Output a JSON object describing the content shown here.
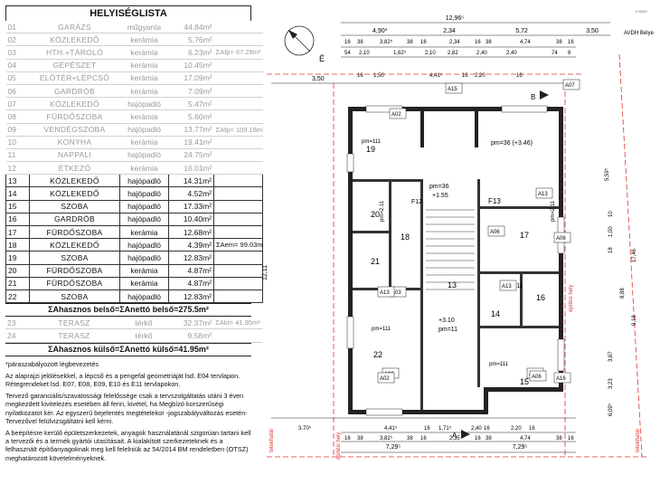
{
  "table": {
    "title": "HELYISÉGLISTA",
    "rows": [
      {
        "no": "01",
        "name": "GARÁZS",
        "mat": "műgyanta",
        "area": "44.84m²",
        "g": "grey"
      },
      {
        "no": "02",
        "name": "KÖZLEKEDŐ",
        "mat": "kerámia",
        "area": "5.76m²",
        "g": "grey"
      },
      {
        "no": "03",
        "name": "HTH.+TÁROLÓ",
        "mat": "kerámia",
        "area": "6.23m²",
        "g": "grey"
      },
      {
        "no": "04",
        "name": "GÉPÉSZET",
        "mat": "kerámia",
        "area": "10.45m²",
        "g": "grey"
      },
      {
        "no": "05",
        "name": "ELŐTÉR+LÉPCSŐ",
        "mat": "kerámia",
        "area": "17.09m²",
        "g": "grey"
      },
      {
        "no": "06",
        "name": "GARDRÓB",
        "mat": "kerámia",
        "area": "7.09m²",
        "g": "grey"
      },
      {
        "no": "07",
        "name": "KÖZLEKEDŐ",
        "mat": "hajópadló",
        "area": "5.47m²",
        "g": "grey"
      },
      {
        "no": "08",
        "name": "FÜRDŐSZOBA",
        "mat": "kerámia",
        "area": "5.60m²",
        "g": "grey"
      },
      {
        "no": "09",
        "name": "VENDÉGSZOBA",
        "mat": "hajópadló",
        "area": "13.77m²",
        "g": "grey"
      },
      {
        "no": "10",
        "name": "KONYHA",
        "mat": "kerámia",
        "area": "19.41m²",
        "g": "grey"
      },
      {
        "no": "11",
        "name": "NAPPALI",
        "mat": "hajópadló",
        "area": "24.75m²",
        "g": "grey"
      },
      {
        "no": "12",
        "name": "ÉTKEZŐ",
        "mat": "kerámia",
        "area": "16.01m²",
        "g": "grey"
      },
      {
        "no": "13",
        "name": "KÖZLEKEDŐ",
        "mat": "hajópadló",
        "area": "14.31m²",
        "g": "blk"
      },
      {
        "no": "14",
        "name": "KÖZLEKEDŐ",
        "mat": "hajópadló",
        "area": "4.52m²",
        "g": "blk"
      },
      {
        "no": "15",
        "name": "SZOBA",
        "mat": "hajópadló",
        "area": "17.33m²",
        "g": "blk"
      },
      {
        "no": "16",
        "name": "GARDRÓB",
        "mat": "hajópadló",
        "area": "10.40m²",
        "g": "blk"
      },
      {
        "no": "17",
        "name": "FÜRDŐSZOBA",
        "mat": "kerámia",
        "area": "12.68m²",
        "g": "blk"
      },
      {
        "no": "18",
        "name": "KÖZLEKEDŐ",
        "mat": "hajópadló",
        "area": "4.39m²",
        "g": "blk"
      },
      {
        "no": "19",
        "name": "SZOBA",
        "mat": "hajópadló",
        "area": "12.83m²",
        "g": "blk"
      },
      {
        "no": "20",
        "name": "FÜRDŐSZOBA",
        "mat": "kerámia",
        "area": "4.87m²",
        "g": "blk"
      },
      {
        "no": "21",
        "name": "FÜRDŐSZOBA",
        "mat": "kerámia",
        "area": "4.87m²",
        "g": "blk"
      },
      {
        "no": "22",
        "name": "SZOBA",
        "mat": "hajópadló",
        "area": "12.83m²",
        "g": "blk"
      }
    ],
    "subtotals": {
      "ground_1": "ΣAfp= 67.28m²",
      "ground_2": "ΣAfp= 109.18m²",
      "upper": "ΣAem= 99.03m²"
    },
    "sum_inner": "ΣAhasznos belső=ΣAnettó belső=275.5m²",
    "terrace_rows": [
      {
        "no": "23",
        "name": "TERASZ",
        "mat": "térkő",
        "area": "32.37m²"
      },
      {
        "no": "24",
        "name": "TERASZ",
        "mat": "térkő",
        "area": "9.58m²"
      }
    ],
    "terrace_sum": "ΣAkt= 41.95m²",
    "sum_outer": "ΣAhasznos külső=ΣAnettó külső=41.95m²",
    "footnote": "*páraszabályozott légbevezetés"
  },
  "notes": [
    "Az alaprajzi jelölésekkel, a lépcső és a pengefal geometriáját lsd. E04 tervlapon. Rétegrendeket lsd. E07, E08, E09, E10 és E11 tervlapokon.",
    "Tervező garanciális/szavatossági felelőssége csak a tervszolgáltatás utáni 3 éven megkezdett kivitelezés esetében áll fenn, kivétel, ha Megbízó korszerűségi nyilatkozatot kér. Az egyszerű bejelentés megtételekor -jogszabályváltozás esetén- Tervezővel felülvizsgáltatni kell kérni.",
    "A beépítésre kerülő épületszerkezetek, anyagok használatánál szigorúan tartani kell a tervezői és a termék gyártói utasításait. A kialakított szerkezeteknek és a felhasznált építőanyagoknak meg kell felelniük az 54/2014 BM rendeletben (OTSZ) meghatározott követelményeknek."
  ],
  "plan": {
    "top_dims": [
      "12,96⁵",
      "4,90³",
      "2,34",
      "5,72",
      "3,50"
    ],
    "dims_row2": [
      "16",
      "38",
      "3,82⁵",
      "38",
      "16",
      "2,34",
      "16",
      "38",
      "4,74",
      "38",
      "16"
    ],
    "dims_row3": [
      "54",
      "2,10",
      "1,62⁵",
      "2,10",
      "2,82",
      "2,40",
      "2,40",
      "74",
      "8"
    ],
    "dims_row4": [
      "3,50",
      "16",
      "1,50",
      "4,41⁵",
      "16",
      "2,20",
      "16"
    ],
    "bottom_dims": [
      "3,70⁵",
      "4,41⁵",
      "16",
      "1,71⁵",
      "2,40",
      "16",
      "2,20",
      "16"
    ],
    "bottom_dims2": [
      "16",
      "38",
      "3,82⁵",
      "38",
      "16",
      "2,35",
      "16",
      "38",
      "4,74",
      "38",
      "16"
    ],
    "bottom_totals": [
      "7,29⁵",
      "7,29⁵"
    ],
    "left_total": "12,11",
    "right_dims": [
      "5,59⁵",
      "10",
      "1,00",
      "18",
      "17,46",
      "8,88",
      "9,18",
      "3,67",
      "3,23",
      "6,09⁵"
    ],
    "rooms": [
      {
        "id": "19",
        "label": "19",
        "sub": "pm=111"
      },
      {
        "id": "20",
        "label": "20"
      },
      {
        "id": "21",
        "label": "21"
      },
      {
        "id": "18",
        "label": "18"
      },
      {
        "id": "22",
        "label": "22",
        "sub": "pm=111"
      },
      {
        "id": "13",
        "label": "13"
      },
      {
        "id": "14",
        "label": "14"
      },
      {
        "id": "15",
        "label": "15",
        "sub": "pm=111"
      },
      {
        "id": "16",
        "label": "16"
      },
      {
        "id": "17",
        "label": "17"
      }
    ],
    "tags": [
      "A02",
      "A03",
      "A13",
      "A15",
      "A07",
      "A06",
      "A13",
      "A06",
      "A13",
      "A03",
      "A16",
      "A02",
      "A09",
      "A06"
    ],
    "annotations": {
      "ceiling": "pm=36 (+3.46)",
      "level1": "+1.55",
      "level1_pm": "pm=36",
      "level2": "+3.10",
      "level2_pm": "pm=11",
      "wall_tag": "F13",
      "wall_tag2": "F12",
      "wall_tag3": "F11",
      "pm211_1": "pm=2.11",
      "pm211_2": "pm=2.11",
      "boundary_1": "építési hely",
      "boundary_2": "építési hely",
      "parcel_l": "telekhatár",
      "parcel_r": "telekhatár",
      "stamp": "AVDH Bélye",
      "section_b": "B",
      "section_a": "A"
    }
  }
}
